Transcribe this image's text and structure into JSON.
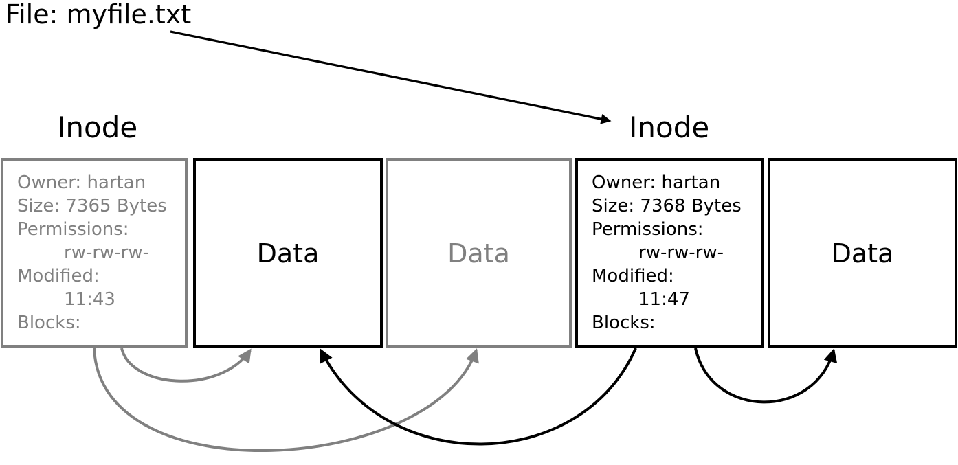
{
  "title": "File: myfile.txt",
  "colors": {
    "black": "#000000",
    "gray": "#808080",
    "background": "#ffffff"
  },
  "old_inode": {
    "label": "Inode",
    "lines": [
      "Owner: hartan",
      "Size: 7365 Bytes",
      "Permissions:",
      "rw-rw-rw-",
      "Modified:",
      "11:43",
      "Blocks:"
    ]
  },
  "new_inode": {
    "label": "Inode",
    "lines": [
      "Owner: hartan",
      "Size: 7368 Bytes",
      "Permissions:",
      "rw-rw-rw-",
      "Modified:",
      "11:47",
      "Blocks:"
    ]
  },
  "data_blocks": [
    {
      "label": "Data",
      "color": "#000000"
    },
    {
      "label": "Data",
      "color": "#808080"
    },
    {
      "label": "Data",
      "color": "#000000"
    }
  ],
  "arrows": {
    "file_to_new_inode": {
      "from": "file-title",
      "to": "new-inode-label",
      "color": "#000000"
    },
    "old_inode_to_block_1": {
      "from": "old-inode-blocks",
      "to": "data-block-1",
      "color": "#808080"
    },
    "old_inode_to_block_2": {
      "from": "old-inode-blocks",
      "to": "data-block-2",
      "color": "#808080"
    },
    "new_inode_to_block_1": {
      "from": "new-inode-blocks",
      "to": "data-block-1",
      "color": "#000000"
    },
    "new_inode_to_block_3": {
      "from": "new-inode-blocks",
      "to": "data-block-3",
      "color": "#000000"
    }
  }
}
